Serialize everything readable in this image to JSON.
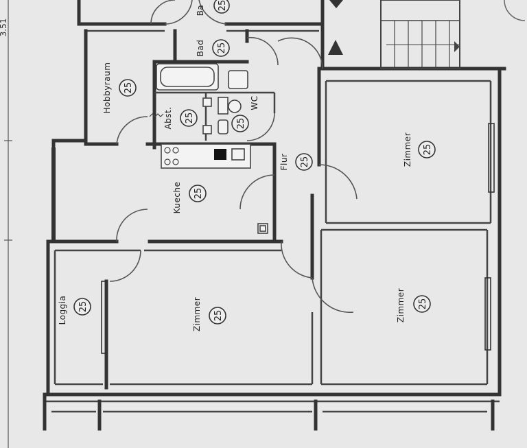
{
  "plan": {
    "margin_dimension": "3.51",
    "rooms": [
      {
        "id": "bad-top",
        "label": "Ba",
        "code": "25"
      },
      {
        "id": "bad",
        "label": "Bad",
        "code": "25"
      },
      {
        "id": "hobbyraum",
        "label": "Hobbyraum",
        "code": "25"
      },
      {
        "id": "abst",
        "label": "Abst.",
        "code": "25"
      },
      {
        "id": "wc",
        "label": "WC",
        "code": "25"
      },
      {
        "id": "flur",
        "label": "Flur",
        "code": "25"
      },
      {
        "id": "zimmer-top-right",
        "label": "Zimmer",
        "code": "25"
      },
      {
        "id": "kueche",
        "label": "Kueche",
        "code": "25"
      },
      {
        "id": "loggia",
        "label": "Loggia",
        "code": "25"
      },
      {
        "id": "zimmer-center",
        "label": "Zimmer",
        "code": "25"
      },
      {
        "id": "zimmer-bottom-right",
        "label": "Zimmer",
        "code": "25"
      }
    ]
  }
}
